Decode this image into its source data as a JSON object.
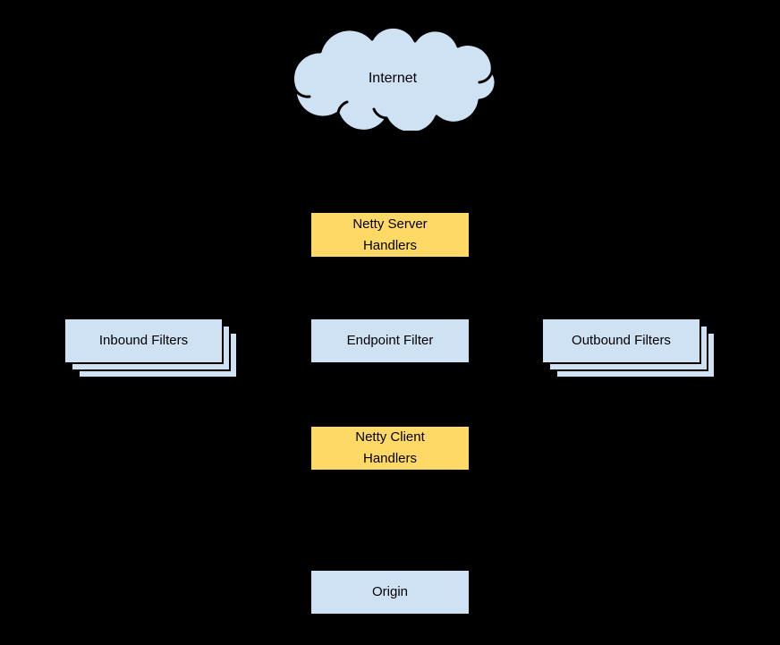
{
  "diagram": {
    "nodes": {
      "internet": {
        "label": "Internet",
        "shape": "cloud",
        "fill": "#cfe2f3"
      },
      "netty_server_handlers": {
        "label": "Netty Server\nHandlers",
        "shape": "rect",
        "fill": "#ffd966"
      },
      "inbound_filters": {
        "label": "Inbound Filters",
        "shape": "stacked-rect",
        "fill": "#cfe2f3"
      },
      "endpoint_filter": {
        "label": "Endpoint Filter",
        "shape": "rect",
        "fill": "#cfe2f3"
      },
      "outbound_filters": {
        "label": "Outbound Filters",
        "shape": "stacked-rect",
        "fill": "#cfe2f3"
      },
      "netty_client_handlers": {
        "label": "Netty Client\nHandlers",
        "shape": "rect",
        "fill": "#ffd966"
      },
      "origin": {
        "label": "Origin",
        "shape": "rect",
        "fill": "#cfe2f3"
      }
    },
    "colors": {
      "background": "#000000",
      "node_blue": "#cfe2f3",
      "node_yellow": "#ffd966",
      "border": "#000000",
      "text": "#000000"
    }
  }
}
